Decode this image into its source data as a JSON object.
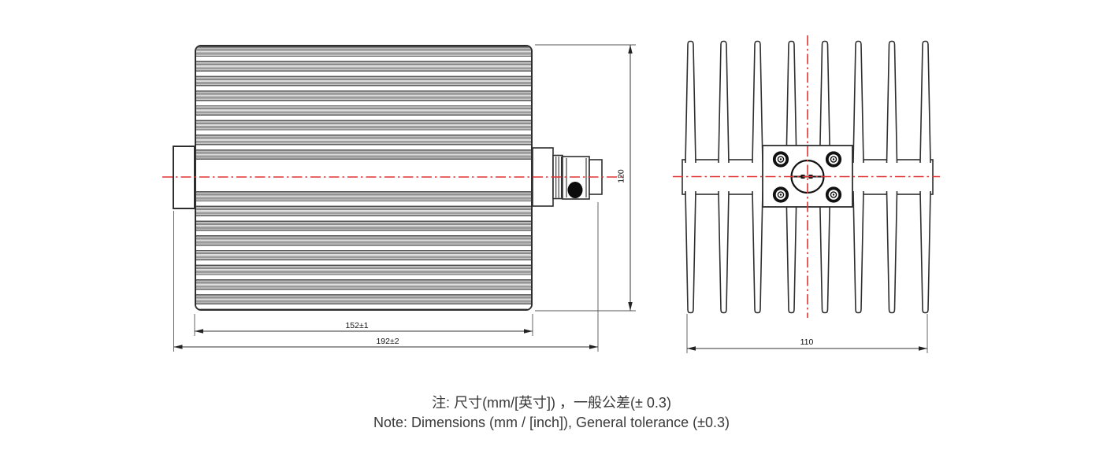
{
  "note": {
    "zh": "注: 尺寸(mm/[英寸]) ，一般公差(± 0.3)",
    "en": "Note: Dimensions (mm / [inch]), General tolerance (±0.3)"
  },
  "dimensions": {
    "body_length": "152±1",
    "overall_length": "192±2",
    "overall_height": "120",
    "front_width": "110"
  },
  "colors": {
    "linework": "#2e2e2e",
    "centerline_red": "#e23333",
    "fin_gray": "#9c9c9c",
    "background": "#ffffff"
  }
}
